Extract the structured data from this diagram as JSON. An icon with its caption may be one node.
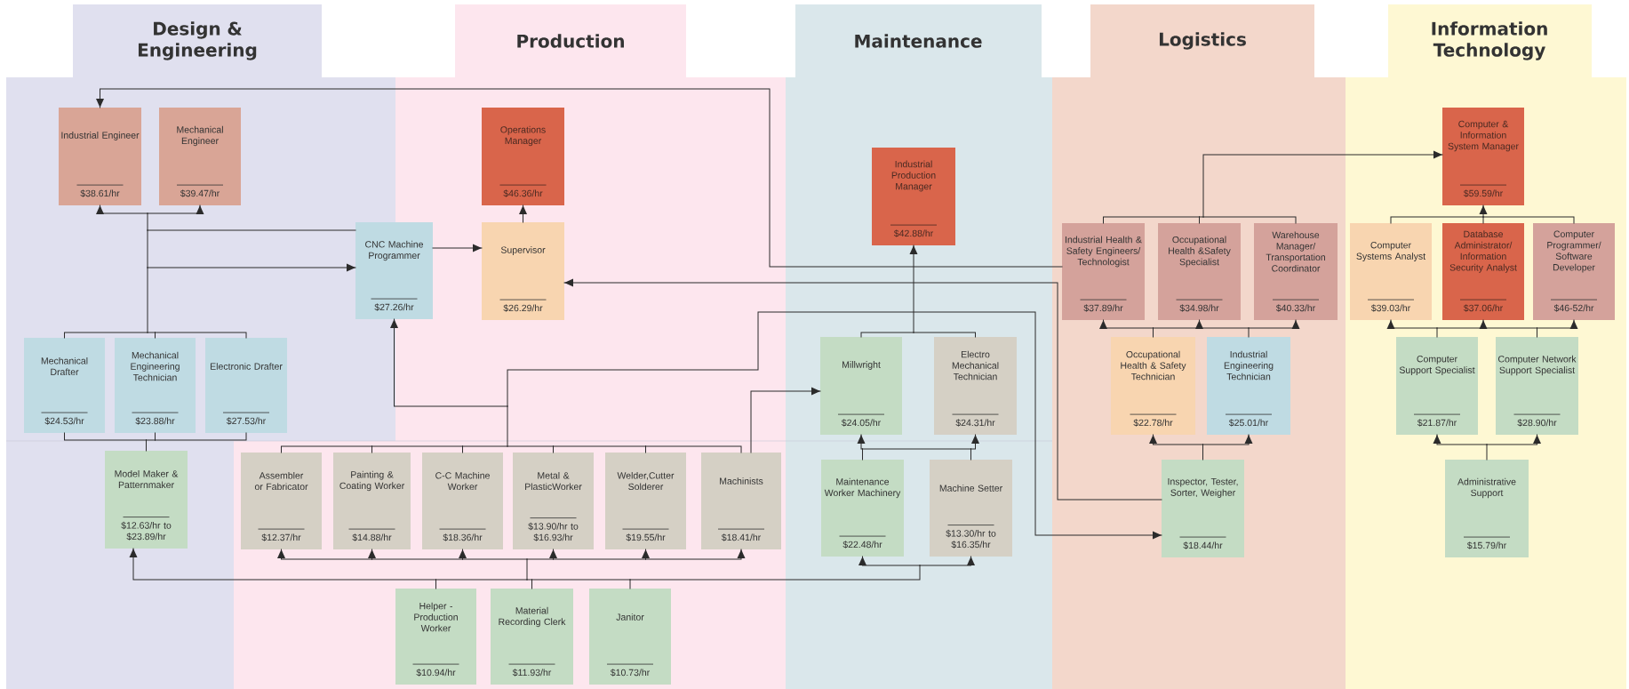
{
  "diagram": {
    "nodes": [
      {
        "text": [
          "Design & Engineering"
        ]
      },
      {
        "text": [
          "Production"
        ]
      },
      {
        "text": [
          "Maintenance"
        ]
      },
      {
        "text": [
          "Logistics"
        ]
      },
      {
        "text": [
          "Information Technology"
        ]
      },
      {
        "text": [
          "Industrial Engineer",
          "$38.61/hr"
        ],
        "in": 0
      },
      {
        "text": [
          "Mechanical Engineer",
          "$39.47/hr"
        ],
        "in": 0
      },
      {
        "text": [
          "CNC Machine Programmer",
          "$27.26/hr"
        ]
      },
      {
        "text": [
          "Operations Manager",
          "$46.36/hr"
        ],
        "in": 1
      },
      {
        "text": [
          "Supervisor",
          "$26.29/hr"
        ],
        "in": 1
      },
      {
        "text": [
          "Industrial Production Manager",
          "$42.88/hr"
        ],
        "in": 2
      },
      {
        "text": [
          "Computer & Information System Manager",
          "$59.59/hr"
        ],
        "in": 4
      },
      {
        "text": [
          "Industrial Health & Safety Engineers/ Technologist",
          "$37.89/hr"
        ],
        "in": 3
      },
      {
        "text": [
          "Occupational Health &Safety Specialist",
          "$34.98/hr"
        ],
        "in": 3
      },
      {
        "text": [
          "Warehouse Manager/ Transportation Coordinator",
          "$40.33/hr"
        ],
        "in": 3
      },
      {
        "text": [
          "Computer Systems Analyst",
          "$39.03/hr"
        ],
        "in": 4
      },
      {
        "text": [
          "Database Administrator/ Information Security Analyst",
          "$37.06/hr"
        ],
        "in": 4
      },
      {
        "text": [
          "Computer Programmer/ Software Developer",
          "$46-52/hr"
        ],
        "in": 4
      },
      {
        "text": [
          "Mechanical Drafter",
          "$24.53/hr"
        ],
        "in": 0
      },
      {
        "text": [
          "Mechanical Engineering Technician",
          "$23.88/hr"
        ],
        "in": 0
      },
      {
        "text": [
          "Electronic Drafter",
          "$27.53/hr"
        ],
        "in": 0
      },
      {
        "text": [
          "Millwright",
          "$24.05/hr"
        ],
        "in": 2
      },
      {
        "text": [
          "Electro Mechanical Technician",
          "$24.31/hr"
        ],
        "in": 2
      },
      {
        "text": [
          "Occupational Health & Safety Technician",
          "$22.78/hr"
        ],
        "in": 3
      },
      {
        "text": [
          "Industrial Engineering Technician",
          "$25.01/hr"
        ],
        "in": 3
      },
      {
        "text": [
          "Computer Support Specialist",
          "$21.87/hr"
        ],
        "in": 4
      },
      {
        "text": [
          "Computer Network Support Specialist",
          "$28.90/hr"
        ],
        "in": 4
      },
      {
        "text": [
          "Model Maker & Patternmaker",
          "$12.63/hr to $23.89/hr"
        ],
        "in": 0
      },
      {
        "text": [
          "Assembler or Fabricator",
          "$12.37/hr"
        ],
        "in": 1
      },
      {
        "text": [
          "Painting & Coating Worker",
          "$14.88/hr"
        ],
        "in": 1
      },
      {
        "text": [
          "C-C Machine Worker",
          "$18.36/hr"
        ],
        "in": 1
      },
      {
        "text": [
          "Metal & PlasticWorker",
          "$13.90/hr to $16.93/hr"
        ],
        "in": 1
      },
      {
        "text": [
          "Welder,Cutter Solderer",
          "$19.55/hr"
        ],
        "in": 1
      },
      {
        "text": [
          "Machinists",
          "$18.41/hr"
        ],
        "in": 1
      },
      {
        "text": [
          "Maintenance Worker Machinery",
          "$22.48/hr"
        ],
        "in": 2
      },
      {
        "text": [
          "Machine Setter",
          "$13.30/hr to $16.35/hr"
        ],
        "in": 2
      },
      {
        "text": [
          "Inspector, Tester, Sorter, Weigher",
          "$18.44/hr"
        ],
        "in": 3
      },
      {
        "text": [
          "Administrative Support",
          "$15.79/hr"
        ],
        "in": 4
      },
      {
        "text": [
          "Helper - Production Worker",
          "$10.94/hr"
        ],
        "in": 1
      },
      {
        "text": [
          "Material Recording Clerk",
          "$11.93/hr"
        ],
        "in": 1
      },
      {
        "text": [
          "Janitor",
          "$10.73/hr"
        ],
        "in": 1
      }
    ],
    "edges": [
      {
        "from": 18,
        "to": 5,
        "arrow": "to"
      },
      {
        "from": 18,
        "to": 6,
        "arrow": "to"
      },
      {
        "from": 19,
        "to": 5,
        "arrow": "to"
      },
      {
        "from": 19,
        "to": 6,
        "arrow": "to"
      },
      {
        "from": 20,
        "to": 5,
        "arrow": "to"
      },
      {
        "from": 20,
        "to": 6,
        "arrow": "to"
      },
      {
        "from": 7,
        "to": 5,
        "arrow": "to"
      },
      {
        "from": 7,
        "to": 6,
        "arrow": "to"
      },
      {
        "from": 18,
        "to": 7,
        "arrow": "to"
      },
      {
        "from": 19,
        "to": 7,
        "arrow": "to"
      },
      {
        "from": 20,
        "to": 7,
        "arrow": "to"
      },
      {
        "from": 27,
        "to": 18,
        "arrow": "none"
      },
      {
        "from": 27,
        "to": 19,
        "arrow": "none"
      },
      {
        "from": 27,
        "to": 20,
        "arrow": "none"
      },
      {
        "from": 28,
        "to": 7,
        "arrow": "to"
      },
      {
        "from": 29,
        "to": 7,
        "arrow": "to"
      },
      {
        "from": 30,
        "to": 7,
        "arrow": "to"
      },
      {
        "from": 31,
        "to": 7,
        "arrow": "to"
      },
      {
        "from": 32,
        "to": 7,
        "arrow": "to"
      },
      {
        "from": 33,
        "to": 7,
        "arrow": "to"
      },
      {
        "from": 28,
        "to": 36,
        "arrow": "to"
      },
      {
        "from": 29,
        "to": 36,
        "arrow": "to"
      },
      {
        "from": 30,
        "to": 36,
        "arrow": "to"
      },
      {
        "from": 31,
        "to": 36,
        "arrow": "to"
      },
      {
        "from": 32,
        "to": 36,
        "arrow": "to"
      },
      {
        "from": 33,
        "to": 36,
        "arrow": "to"
      },
      {
        "from": 33,
        "to": 21,
        "arrow": "to"
      },
      {
        "from": 36,
        "to": 9,
        "arrow": "to"
      },
      {
        "from": 12,
        "to": 5,
        "arrow": "to"
      },
      {
        "from": 9,
        "to": 8,
        "arrow": "to"
      },
      {
        "from": 7,
        "to": 9,
        "arrow": "to"
      },
      {
        "from": 21,
        "to": 10,
        "arrow": "to"
      },
      {
        "from": 22,
        "to": 10,
        "arrow": "to"
      },
      {
        "from": 34,
        "to": 21,
        "arrow": "to"
      },
      {
        "from": 34,
        "to": 22,
        "arrow": "to"
      },
      {
        "from": 35,
        "to": 21,
        "arrow": "to"
      },
      {
        "from": 35,
        "to": 22,
        "arrow": "to"
      },
      {
        "from": 38,
        "to": 27,
        "arrow": "to"
      },
      {
        "from": 38,
        "to": 28,
        "arrow": "to"
      },
      {
        "from": 38,
        "to": 29,
        "arrow": "to"
      },
      {
        "from": 38,
        "to": 30,
        "arrow": "to"
      },
      {
        "from": 38,
        "to": 31,
        "arrow": "to"
      },
      {
        "from": 38,
        "to": 32,
        "arrow": "to"
      },
      {
        "from": 38,
        "to": 33,
        "arrow": "to"
      },
      {
        "from": 38,
        "to": 34,
        "arrow": "to"
      },
      {
        "from": 38,
        "to": 35,
        "arrow": "to"
      },
      {
        "from": 39,
        "to": 27,
        "arrow": "to"
      },
      {
        "from": 39,
        "to": 28,
        "arrow": "to"
      },
      {
        "from": 39,
        "to": 29,
        "arrow": "to"
      },
      {
        "from": 39,
        "to": 30,
        "arrow": "to"
      },
      {
        "from": 39,
        "to": 31,
        "arrow": "to"
      },
      {
        "from": 39,
        "to": 32,
        "arrow": "to"
      },
      {
        "from": 39,
        "to": 33,
        "arrow": "to"
      },
      {
        "from": 39,
        "to": 34,
        "arrow": "to"
      },
      {
        "from": 39,
        "to": 35,
        "arrow": "to"
      },
      {
        "from": 40,
        "to": 27,
        "arrow": "to"
      },
      {
        "from": 40,
        "to": 28,
        "arrow": "to"
      },
      {
        "from": 40,
        "to": 29,
        "arrow": "to"
      },
      {
        "from": 40,
        "to": 30,
        "arrow": "to"
      },
      {
        "from": 40,
        "to": 31,
        "arrow": "to"
      },
      {
        "from": 40,
        "to": 32,
        "arrow": "to"
      },
      {
        "from": 40,
        "to": 33,
        "arrow": "to"
      },
      {
        "from": 40,
        "to": 34,
        "arrow": "to"
      },
      {
        "from": 40,
        "to": 35,
        "arrow": "to"
      },
      {
        "from": 12,
        "to": 11,
        "arrow": "to"
      },
      {
        "from": 13,
        "to": 11,
        "arrow": "to"
      },
      {
        "from": 14,
        "to": 11,
        "arrow": "to"
      },
      {
        "from": 23,
        "to": 12,
        "arrow": "to"
      },
      {
        "from": 23,
        "to": 13,
        "arrow": "to"
      },
      {
        "from": 23,
        "to": 14,
        "arrow": "to"
      },
      {
        "from": 24,
        "to": 12,
        "arrow": "to"
      },
      {
        "from": 24,
        "to": 13,
        "arrow": "to"
      },
      {
        "from": 24,
        "to": 14,
        "arrow": "to"
      },
      {
        "from": 36,
        "to": 23,
        "arrow": "to"
      },
      {
        "from": 36,
        "to": 24,
        "arrow": "to"
      },
      {
        "from": 15,
        "to": 11,
        "arrow": "to"
      },
      {
        "from": 16,
        "to": 11,
        "arrow": "to"
      },
      {
        "from": 17,
        "to": 11,
        "arrow": "to"
      },
      {
        "from": 25,
        "to": 15,
        "arrow": "to"
      },
      {
        "from": 25,
        "to": 16,
        "arrow": "to"
      },
      {
        "from": 25,
        "to": 17,
        "arrow": "to"
      },
      {
        "from": 26,
        "to": 15,
        "arrow": "to"
      },
      {
        "from": 26,
        "to": 16,
        "arrow": "to"
      },
      {
        "from": 26,
        "to": 17,
        "arrow": "to"
      },
      {
        "from": 37,
        "to": 25,
        "arrow": "to"
      },
      {
        "from": 37,
        "to": 26,
        "arrow": "to"
      }
    ]
  }
}
